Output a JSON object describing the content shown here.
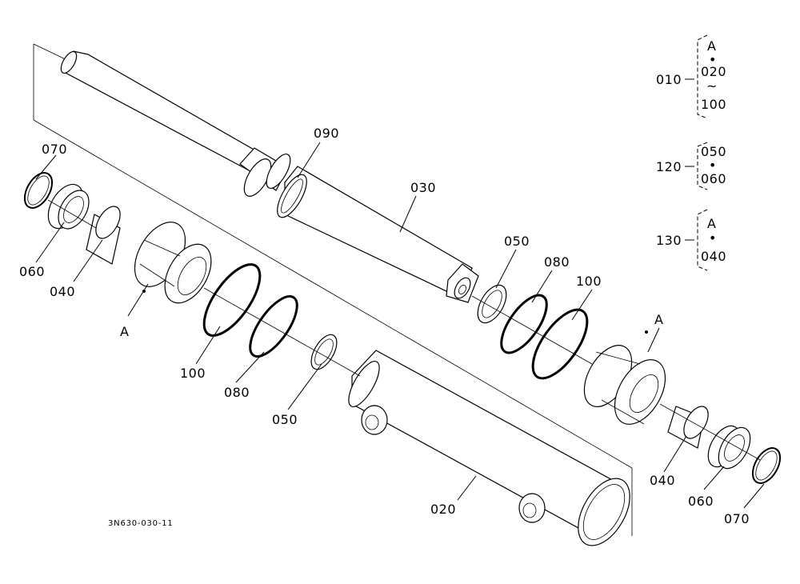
{
  "drawing_code": "3N630-030-11",
  "callouts": {
    "c090": "090",
    "c030": "030",
    "c070_left": "070",
    "c060_left": "060",
    "c040_left": "040",
    "a_left": "A",
    "c100_left": "100",
    "c080_left": "080",
    "c050_left": "050",
    "c050_right": "050",
    "c080_right": "080",
    "c100_right": "100",
    "a_right": "A",
    "c020": "020",
    "c040_right": "040",
    "c060_right": "060",
    "c070_right": "070"
  },
  "legend": {
    "g010": {
      "code": "010",
      "items": [
        "A",
        "020",
        "100"
      ],
      "separators": [
        "•",
        "~"
      ]
    },
    "g120": {
      "code": "120",
      "items": [
        "050",
        "060"
      ],
      "separators": [
        "•"
      ]
    },
    "g130": {
      "code": "130",
      "items": [
        "A",
        "040"
      ],
      "separators": [
        "•"
      ]
    }
  }
}
